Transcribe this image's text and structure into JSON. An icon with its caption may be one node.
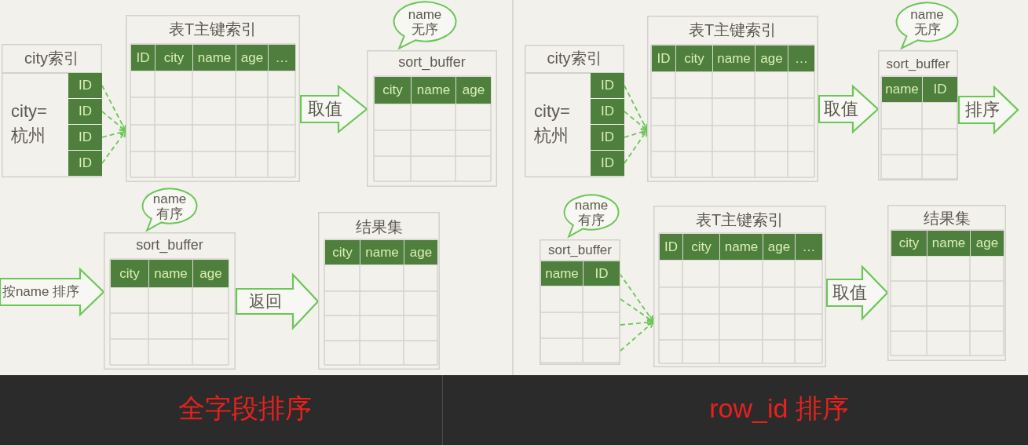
{
  "diagram": {
    "nodes": [
      {
        "text": [
          "city索引",
          "city= 杭州"
        ]
      },
      {
        "text": [
          "ID"
        ],
        "in": 0
      },
      {
        "text": [
          "ID"
        ],
        "in": 0
      },
      {
        "text": [
          "ID"
        ],
        "in": 0
      },
      {
        "text": [
          "ID"
        ],
        "in": 0
      },
      {
        "text": [
          "表T主键索引"
        ]
      },
      {
        "text": [
          "ID"
        ],
        "in": 5
      },
      {
        "text": [
          "city"
        ],
        "in": 5
      },
      {
        "text": [
          "name"
        ],
        "in": 5
      },
      {
        "text": [
          "age"
        ],
        "in": 5
      },
      {
        "text": [
          "…"
        ],
        "in": 5
      },
      {
        "text": [
          "name 无序"
        ]
      },
      {
        "text": [
          "sort_buffer"
        ]
      },
      {
        "text": [
          "city"
        ],
        "in": 12
      },
      {
        "text": [
          "name"
        ],
        "in": 12
      },
      {
        "text": [
          "age"
        ],
        "in": 12
      },
      {
        "text": [
          "name 有序"
        ]
      },
      {
        "text": [
          "sort_buffer"
        ]
      },
      {
        "text": [
          "city"
        ],
        "in": 17
      },
      {
        "text": [
          "name"
        ],
        "in": 17
      },
      {
        "text": [
          "age"
        ],
        "in": 17
      },
      {
        "text": [
          "结果集"
        ]
      },
      {
        "text": [
          "city"
        ],
        "in": 21
      },
      {
        "text": [
          "name"
        ],
        "in": 21
      },
      {
        "text": [
          "age"
        ],
        "in": 21
      },
      {
        "text": [
          "city索引",
          "city= 杭州"
        ]
      },
      {
        "text": [
          "ID"
        ],
        "in": 25
      },
      {
        "text": [
          "ID"
        ],
        "in": 25
      },
      {
        "text": [
          "ID"
        ],
        "in": 25
      },
      {
        "text": [
          "ID"
        ],
        "in": 25
      },
      {
        "text": [
          "表T主键索引"
        ]
      },
      {
        "text": [
          "ID"
        ],
        "in": 30
      },
      {
        "text": [
          "city"
        ],
        "in": 30
      },
      {
        "text": [
          "name"
        ],
        "in": 30
      },
      {
        "text": [
          "age"
        ],
        "in": 30
      },
      {
        "text": [
          "…"
        ],
        "in": 30
      },
      {
        "text": [
          "name 无序"
        ]
      },
      {
        "text": [
          "sort_buffer"
        ]
      },
      {
        "text": [
          "name"
        ],
        "in": 37
      },
      {
        "text": [
          "ID"
        ],
        "in": 37
      },
      {
        "text": [
          "name 有序"
        ]
      },
      {
        "text": [
          "sort_buffer"
        ]
      },
      {
        "text": [
          "name"
        ],
        "in": 41
      },
      {
        "text": [
          "ID"
        ],
        "in": 41
      },
      {
        "text": [
          "表T主键索引"
        ]
      },
      {
        "text": [
          "ID"
        ],
        "in": 44
      },
      {
        "text": [
          "city"
        ],
        "in": 44
      },
      {
        "text": [
          "name"
        ],
        "in": 44
      },
      {
        "text": [
          "age"
        ],
        "in": 44
      },
      {
        "text": [
          "…"
        ],
        "in": 44
      },
      {
        "text": [
          "结果集"
        ]
      },
      {
        "text": [
          "city"
        ],
        "in": 50
      },
      {
        "text": [
          "name"
        ],
        "in": 50
      },
      {
        "text": [
          "age"
        ],
        "in": 50
      }
    ],
    "edges": [
      {
        "from": 1,
        "to": 5,
        "arrow": "to",
        "style": "dashed"
      },
      {
        "from": 2,
        "to": 5,
        "arrow": "to",
        "style": "dashed"
      },
      {
        "from": 3,
        "to": 5,
        "arrow": "to",
        "style": "dashed"
      },
      {
        "from": 4,
        "to": 5,
        "arrow": "to",
        "style": "dashed"
      },
      {
        "from": 5,
        "to": 12,
        "arrow": "to",
        "style": "thick",
        "label": "取值"
      },
      {
        "from": null,
        "to": 17,
        "arrow": "to",
        "style": "thick",
        "label": "按name 排序"
      },
      {
        "from": 17,
        "to": 21,
        "arrow": "to",
        "style": "thick",
        "label": "返回"
      },
      {
        "from": 26,
        "to": 30,
        "arrow": "to",
        "style": "dashed"
      },
      {
        "from": 27,
        "to": 30,
        "arrow": "to",
        "style": "dashed"
      },
      {
        "from": 28,
        "to": 30,
        "arrow": "to",
        "style": "dashed"
      },
      {
        "from": 29,
        "to": 30,
        "arrow": "to",
        "style": "dashed"
      },
      {
        "from": 30,
        "to": 37,
        "arrow": "to",
        "style": "thick",
        "label": "取值"
      },
      {
        "from": 37,
        "to": null,
        "arrow": "to",
        "style": "thick",
        "label": "排序"
      },
      {
        "from": 43,
        "to": 44,
        "arrow": "to",
        "style": "dashed"
      },
      {
        "from": 41,
        "to": 44,
        "arrow": "to",
        "style": "dashed"
      },
      {
        "from": 41,
        "to": 44,
        "arrow": "to",
        "style": "dashed"
      },
      {
        "from": 41,
        "to": 44,
        "arrow": "to",
        "style": "dashed"
      },
      {
        "from": 44,
        "to": 50,
        "arrow": "to",
        "style": "thick",
        "label": "取值"
      }
    ],
    "labels": [
      "全字段排序",
      "row_id 排序"
    ]
  }
}
